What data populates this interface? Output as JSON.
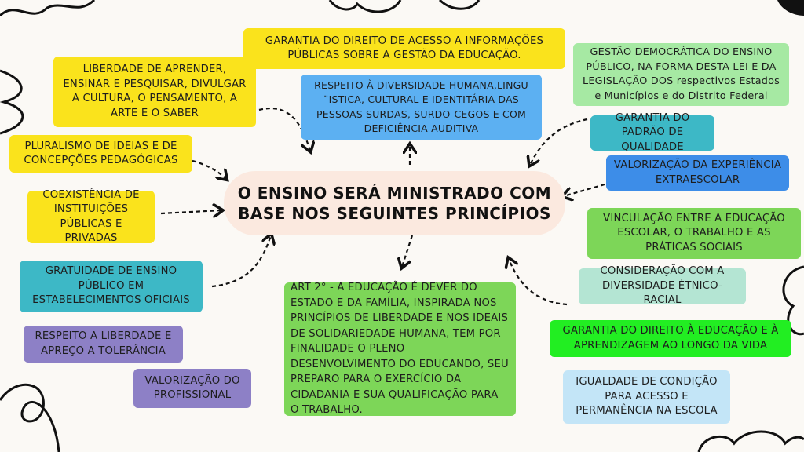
{
  "colors": {
    "yellow": "#fae31c",
    "blue": "#5cb0f2",
    "light_green": "#a6e9a3",
    "teal": "#3db8c6",
    "mid_blue": "#3d8de8",
    "green": "#7dd658",
    "mint": "#b4e5d3",
    "bright_green": "#22ee22",
    "light_blue": "#c3e5f7",
    "purple": "#8d80c6",
    "center": "#fbe9df"
  },
  "center": "O ENSINO SERÁ MINISTRADO COM BASE NOS SEGUINTES PRINCÍPIOS",
  "nodes": {
    "acesso_informacoes": "GARANTIA DO DIREITO DE ACESSO A INFORMAÇÕES PÚBLICAS SOBRE A GESTÃO DA EDUCAÇÃO.",
    "liberdade": "LIBERDADE DE APRENDER, ENSINAR E PESQUISAR, DIVULGAR A CULTURA, O PENSAMENTO, A ARTE E O SABER",
    "diversidade_humana": "RESPEITO À DIVERSIDADE HUMANA,LINGU ¨ISTICA, CULTURAL E IDENTITÁRIA DAS PESSOAS SURDAS, SURDO-CEGOS E COM DEFICIÊNCIA AUDITIVA",
    "gestao_democratica": "GESTÃO DEMOCRÁTICA DO ENSINO PÚBLICO, NA FORMA DESTA LEI E DA LEGISLAÇÃO DOS respectivos Estados e Municípios e do Distrito Federal",
    "padrao_qualidade": "GARANTIA DO PADRÃO DE QUALIDADE",
    "experiencia_extraescolar": "VALORIZAÇÃO DA EXPERIÊNCIA EXTRAESCOLAR",
    "pluralismo": "PLURALISMO DE IDEIAS E DE CONCEPÇÕES PEDAGÓGICAS",
    "coexistencia": "COEXISTÊNCIA DE INSTITUIÇÕES PÚBLICAS E PRIVADAS",
    "vinculacao": "VINCULAÇÃO ENTRE A EDUCAÇÃO ESCOLAR, O TRABALHO E AS PRÁTICAS SOCIAIS",
    "gratuidade": "GRATUIDADE DE ENSINO PÚBLICO EM ESTABELECIMENTOS OFICIAIS",
    "diversidade_etnico": "CONSIDERAÇÃO COM A DIVERSIDADE ÉTNICO-RACIAL",
    "art2": "ART 2° - A EDUCAÇÃO É DEVER DO ESTADO E DA FAMÍLIA, INSPIRADA NOS PRINCÍPIOS DE LIBERDADE E NOS IDEAIS DE SOLIDARIEDADE HUMANA, TEM POR FINALIDADE O PLENO DESENVOLVIMENTO DO EDUCANDO, SEU PREPARO PARA O EXERCÍCIO DA CIDADANIA E SUA QUALIFICAÇÃO PARA O TRABALHO.",
    "aprendizagem": "GARANTIA DO DIREITO À EDUCAÇÃO E À APRENDIZAGEM AO LONGO DA VIDA",
    "tolerancia": "RESPEITO A LIBERDADE E APREÇO A TOLERÂNCIA",
    "profissional": "VALORIZAÇÃO DO PROFISSIONAL",
    "igualdade": "IGUALDADE DE CONDIÇÃO PARA ACESSO E PERMANÊNCIA NA ESCOLA"
  }
}
